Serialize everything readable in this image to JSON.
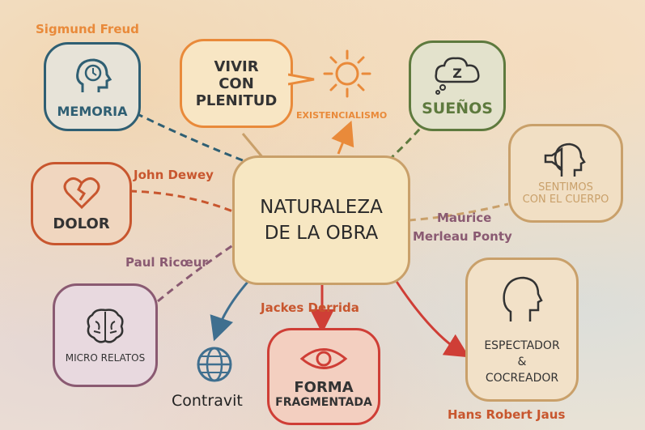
{
  "center": {
    "line1": "NATURALEZA",
    "line2": "DE LA OBRA"
  },
  "nodes": {
    "memoria": {
      "label": "MEMORIA",
      "author": "Sigmund Freud",
      "icon": "head-clock-icon"
    },
    "vivir": {
      "line1": "VIVIR",
      "line2": "CON",
      "line3": "PLENITUD"
    },
    "existencialismo": {
      "label": "EXISTENCIALISMO",
      "icon": "sun-icon"
    },
    "suenos": {
      "label": "SUEÑOS",
      "icon": "dream-cloud-icon"
    },
    "sentimos": {
      "line1": "SENTIMOS",
      "line2": "CON EL CUERPO",
      "icon": "head-megaphone-icon"
    },
    "dolor": {
      "label": "DOLOR",
      "author": "John Dewey",
      "icon": "broken-heart-icon"
    },
    "merleau": {
      "line1": "Maurice",
      "line2": "Merleau Ponty"
    },
    "micro": {
      "label": "MICRO RELATOS",
      "author": "Paul Ricœur",
      "icon": "brain-icon"
    },
    "contravit": {
      "label": "Contravit",
      "icon": "globe-icon"
    },
    "forma": {
      "line1": "FORMA",
      "line2": "FRAGMENTADA",
      "author": "Jackes Derrida",
      "icon": "eye-icon"
    },
    "espectador": {
      "line1": "ESPECTADOR",
      "line2": "&",
      "line3": "COCREADOR",
      "author": "Hans Robert Jaus",
      "icon": "head-icon"
    }
  },
  "colors": {
    "orange": "#e98a3a",
    "teal": "#2f5f73",
    "olive": "#5e7a3e",
    "tan": "#c9a06a",
    "rust": "#c8562e",
    "plum": "#8a5a72",
    "blue": "#3f6f8f",
    "red": "#cf3e36",
    "dark": "#2a2a2a"
  }
}
